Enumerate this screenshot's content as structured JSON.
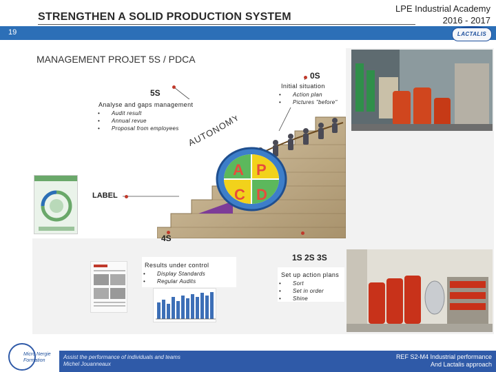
{
  "header": {
    "title": "STRENGTHEN A SOLID PRODUCTION SYSTEM",
    "academy_line1": "LPE Industrial Academy",
    "academy_line2": "2016 - 2017",
    "page_number": "19",
    "logo_text": "LACTALIS"
  },
  "diagram": {
    "title": "MANAGEMENT PROJET 5S / PDCA",
    "stage_0s": {
      "label": "0S",
      "heading": "Initial situation",
      "items": [
        "Action plan",
        "Pictures \"before\""
      ]
    },
    "stage_5s": {
      "label": "5S",
      "heading": "Analyse and gaps management",
      "items": [
        "Audit result",
        "Annual revue",
        "Proposal from employees"
      ]
    },
    "autonomy_word": "AUTONOMY",
    "pdca_letters": [
      "A",
      "P",
      "C",
      "D"
    ],
    "label_stage": "LABEL",
    "stage_4s": {
      "label": "4S",
      "heading": "Results under control",
      "items": [
        "Display Standards",
        "Regular Audits"
      ]
    },
    "stage_123s": {
      "label": "1S 2S 3S",
      "heading": "Set up action plans",
      "items": [
        "Sort",
        "Set in order",
        "Shine"
      ]
    }
  },
  "footer": {
    "left_line1": "Assist the performance of individuals and teams",
    "left_line2": "Michel Jouanneaux",
    "right_line1": "REF S2-M4 Industrial performance",
    "right_line2": "And Lactalis approach",
    "logo_line1": "Micro Nergie",
    "logo_line2": "Formation"
  },
  "colors": {
    "header_band": "#2c6fb7",
    "footer_band": "#2f5aa8",
    "pdca_green": "#5cb85c",
    "pdca_yellow": "#f2d21b",
    "pdca_red": "#e74c3c",
    "accent_dot": "#c0392b"
  }
}
